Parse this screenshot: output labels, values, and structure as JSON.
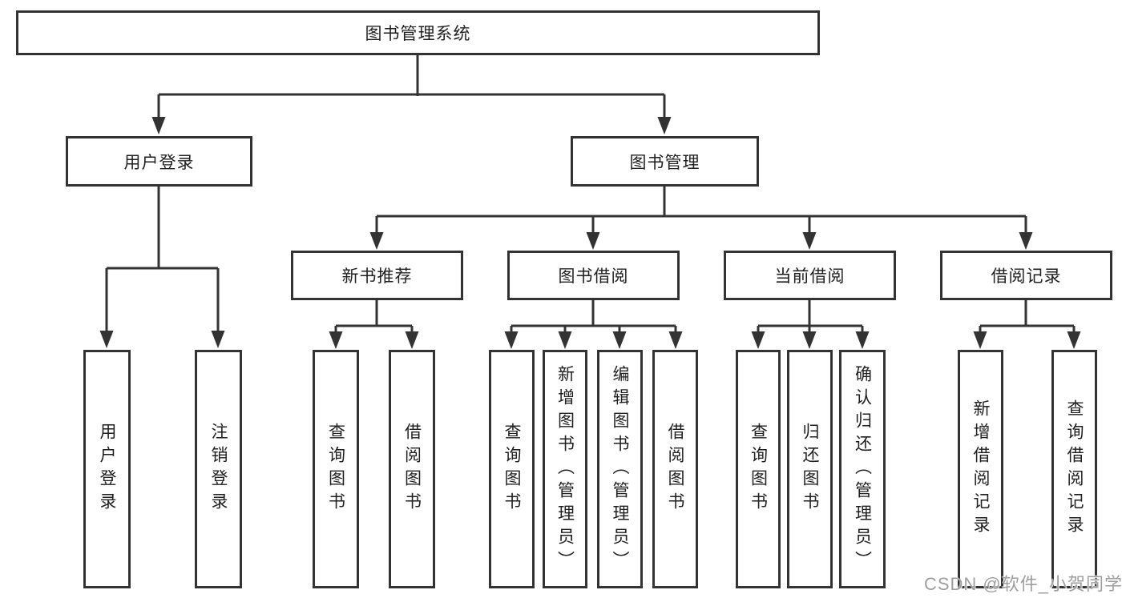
{
  "diagram": {
    "root": {
      "label": "图书管理系统"
    },
    "branches": {
      "user": {
        "label": "用户登录",
        "children": [
          {
            "label": "用户登录"
          },
          {
            "label": "注销登录"
          }
        ]
      },
      "book": {
        "label": "图书管理"
      }
    },
    "groups": [
      {
        "label": "新书推荐",
        "children": [
          {
            "label": "查询图书"
          },
          {
            "label": "借阅图书"
          }
        ]
      },
      {
        "label": "图书借阅",
        "children": [
          {
            "label": "查询图书"
          },
          {
            "label": "新增图书（管理员）"
          },
          {
            "label": "编辑图书（管理员）"
          },
          {
            "label": "借阅图书"
          }
        ]
      },
      {
        "label": "当前借阅",
        "children": [
          {
            "label": "查询图书"
          },
          {
            "label": "归还图书"
          },
          {
            "label": "确认归还（管理员）"
          }
        ]
      },
      {
        "label": "借阅记录",
        "children": [
          {
            "label": "新增借阅记录"
          },
          {
            "label": "查询借阅记录"
          }
        ]
      }
    ],
    "watermark": "CSDN @软件_小贺同学"
  },
  "colors": {
    "line": "#333333",
    "border": "#333333",
    "text": "#1f1f1f",
    "box_background": "#ffffff",
    "watermark": "#9e9e9e",
    "background": "#ffffff"
  }
}
